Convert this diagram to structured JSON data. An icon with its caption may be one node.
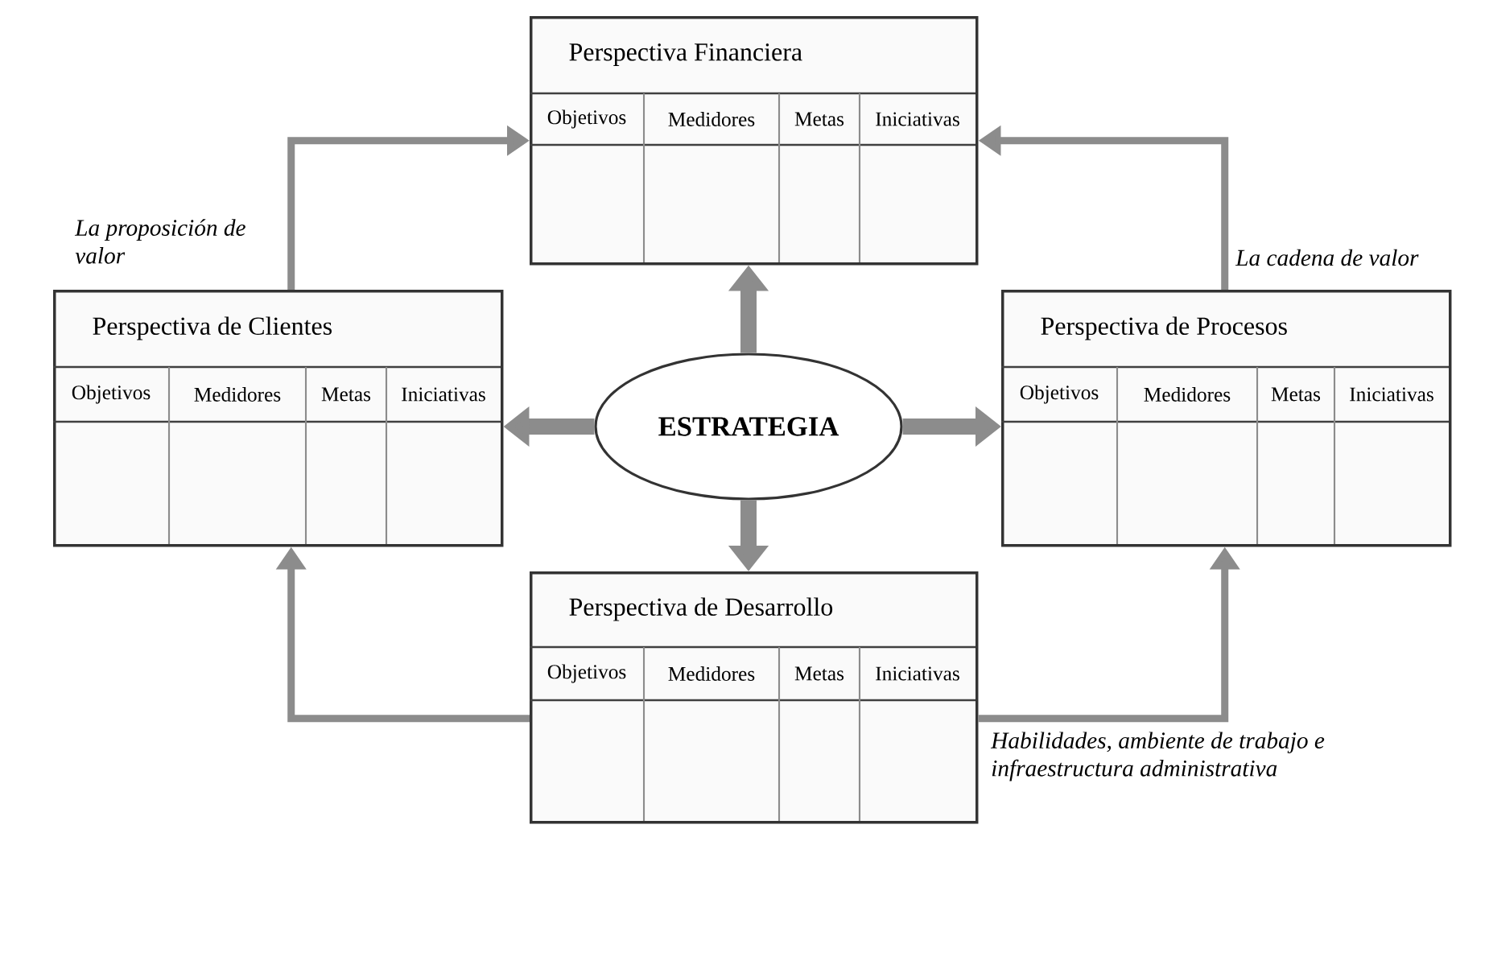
{
  "diagram": {
    "nodes": [
      {
        "text": [
          "Perspectiva Financiera",
          "Objetivos",
          "Medidores",
          "Metas",
          "Iniciativas"
        ]
      },
      {
        "text": [
          "Perspectiva de Clientes",
          "Objetivos",
          "Medidores",
          "Metas",
          "Iniciativas"
        ]
      },
      {
        "text": [
          "ESTRATEGIA"
        ]
      },
      {
        "text": [
          "Perspectiva de Procesos",
          "Objetivos",
          "Medidores",
          "Metas",
          "Iniciativas"
        ]
      },
      {
        "text": [
          "Perspectiva de Desarrollo",
          "Objetivos",
          "Medidores",
          "Metas",
          "Iniciativas"
        ]
      }
    ],
    "edges": [
      {
        "from": 2,
        "to": 0,
        "arrow": "to",
        "style": "thick"
      },
      {
        "from": 2,
        "to": 1,
        "arrow": "to",
        "style": "thick"
      },
      {
        "from": 2,
        "to": 3,
        "arrow": "to",
        "style": "thick"
      },
      {
        "from": 2,
        "to": 4,
        "arrow": "to",
        "style": "thick"
      },
      {
        "from": 1,
        "to": 0,
        "arrow": "to",
        "label": "La proposición de valor"
      },
      {
        "from": 3,
        "to": 0,
        "arrow": "to",
        "label": "La cadena de valor"
      },
      {
        "from": 4,
        "to": 1,
        "arrow": "to"
      },
      {
        "from": 4,
        "to": 3,
        "arrow": "to",
        "label": "Habilidades, ambiente de trabajo e infraestructura administrativa"
      }
    ]
  }
}
